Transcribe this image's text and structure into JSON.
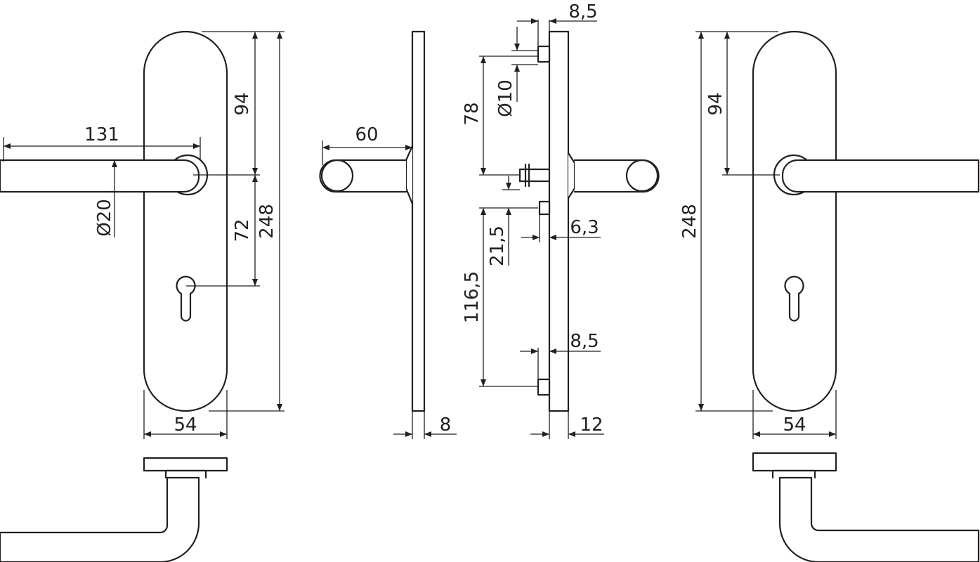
{
  "dimensions": {
    "lever_length": "131",
    "rose_diameter": "Ø20",
    "top_to_lever": "94",
    "lever_to_keyhole": "72",
    "plate_height": "248",
    "plate_width": "54",
    "lever_projection": "60",
    "plate_thickness": "8",
    "top_pin_offset": "8,5",
    "top_pin_diameter": "Ø10",
    "top_pin_to_spindle": "78",
    "spindle_to_pin": "21,5",
    "pin_depth": "6,3",
    "pin_to_bottom_pin": "116,5",
    "bottom_pin_offset": "8,5",
    "inner_plate_thickness": "12",
    "right_top_to_lever": "94",
    "right_plate_height": "248",
    "right_plate_width": "54"
  },
  "colors": {
    "line": "#231f20",
    "background": "#ffffff"
  }
}
